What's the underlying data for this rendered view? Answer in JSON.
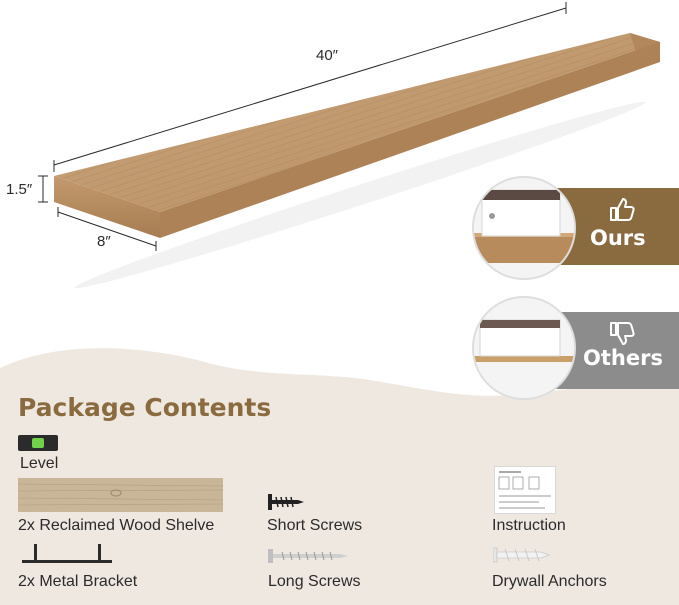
{
  "dimensions": {
    "length": "40″",
    "height": "1.5″",
    "depth": "8″"
  },
  "comparison": {
    "ours_label": "Ours",
    "others_label": "Others",
    "ours_color": "#8a6a3f",
    "others_color": "#8c8c8c"
  },
  "package": {
    "title": "Package Contents",
    "level_label": "Level",
    "shelf_label": "2x Reclaimed Wood Shelve",
    "bracket_label": "2x Metal Bracket",
    "short_screws_label": "Short Screws",
    "long_screws_label": "Long Screws",
    "instruction_label": "Instruction",
    "anchors_label": "Drywall Anchors"
  },
  "colors": {
    "wood": "#c9a27a",
    "panel": "#efe8e0",
    "accent": "#8a6a3f"
  }
}
